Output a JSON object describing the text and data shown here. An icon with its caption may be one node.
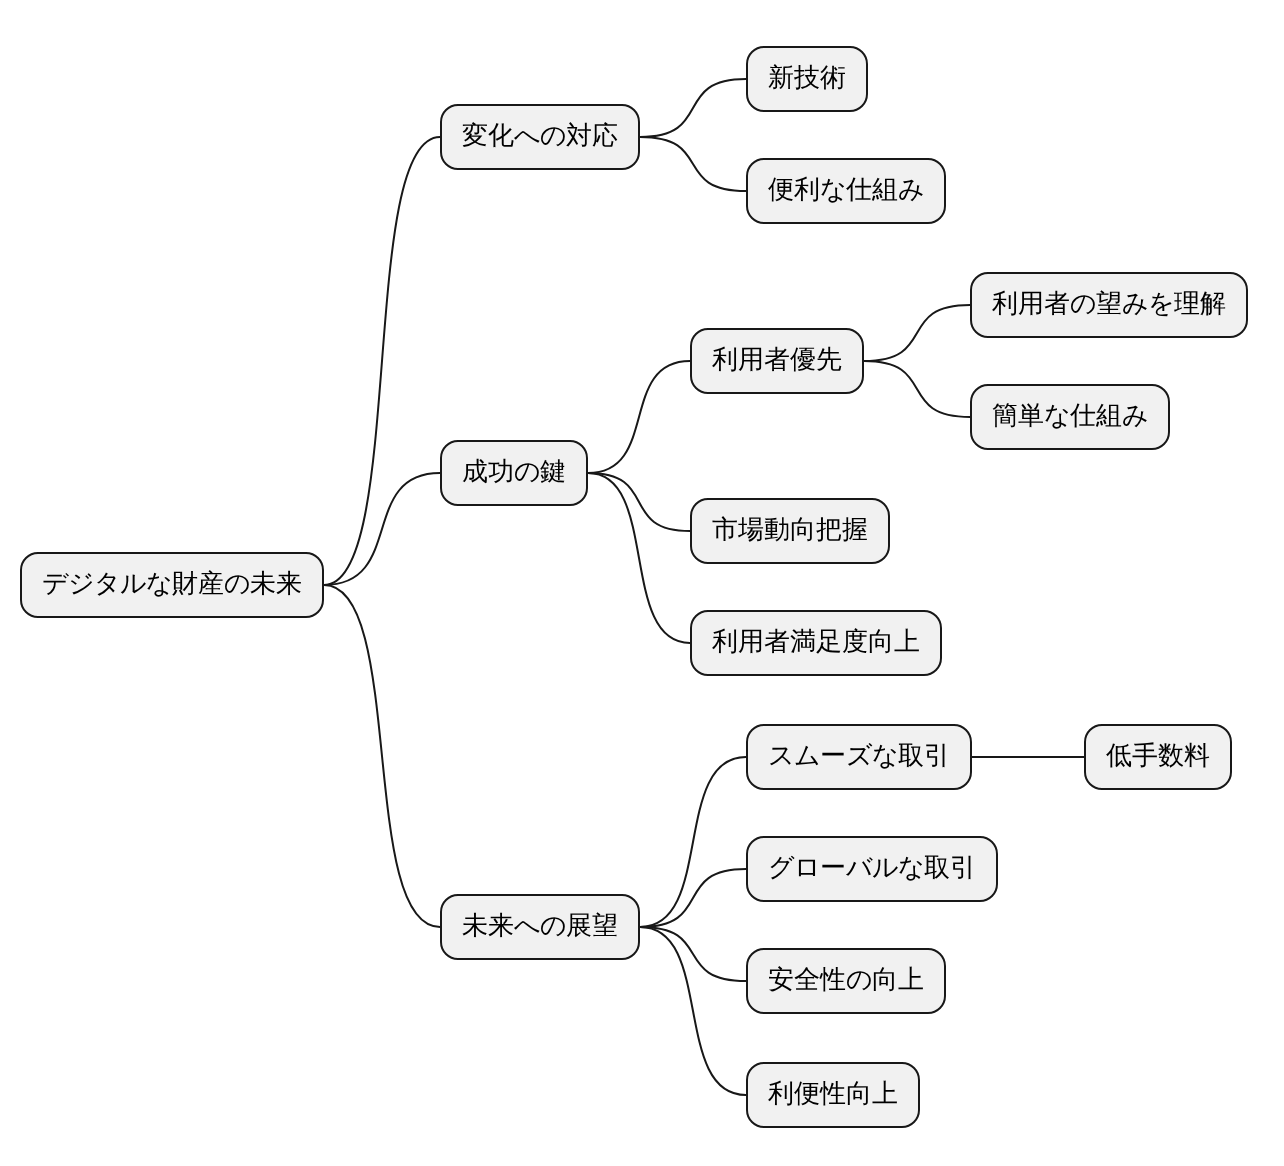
{
  "diagram": {
    "nodes": [
      {
        "text": [
          "デジタルな財産の未来"
        ]
      },
      {
        "text": [
          "変化への対応"
        ]
      },
      {
        "text": [
          "新技術"
        ]
      },
      {
        "text": [
          "便利な仕組み"
        ]
      },
      {
        "text": [
          "成功の鍵"
        ]
      },
      {
        "text": [
          "利用者優先"
        ]
      },
      {
        "text": [
          "利用者の望みを理解"
        ]
      },
      {
        "text": [
          "簡単な仕組み"
        ]
      },
      {
        "text": [
          "市場動向把握"
        ]
      },
      {
        "text": [
          "利用者満足度向上"
        ]
      },
      {
        "text": [
          "未来への展望"
        ]
      },
      {
        "text": [
          "スムーズな取引"
        ]
      },
      {
        "text": [
          "低手数料"
        ]
      },
      {
        "text": [
          "グローバルな取引"
        ]
      },
      {
        "text": [
          "安全性の向上"
        ]
      },
      {
        "text": [
          "利便性向上"
        ]
      }
    ],
    "edges": [
      {
        "from": 0,
        "to": 1,
        "arrow": "none"
      },
      {
        "from": 1,
        "to": 2,
        "arrow": "none"
      },
      {
        "from": 1,
        "to": 3,
        "arrow": "none"
      },
      {
        "from": 0,
        "to": 4,
        "arrow": "none"
      },
      {
        "from": 4,
        "to": 5,
        "arrow": "none"
      },
      {
        "from": 5,
        "to": 6,
        "arrow": "none"
      },
      {
        "from": 5,
        "to": 7,
        "arrow": "none"
      },
      {
        "from": 4,
        "to": 8,
        "arrow": "none"
      },
      {
        "from": 4,
        "to": 9,
        "arrow": "none"
      },
      {
        "from": 0,
        "to": 10,
        "arrow": "none"
      },
      {
        "from": 10,
        "to": 11,
        "arrow": "none"
      },
      {
        "from": 11,
        "to": 12,
        "arrow": "none"
      },
      {
        "from": 10,
        "to": 13,
        "arrow": "none"
      },
      {
        "from": 10,
        "to": 14,
        "arrow": "none"
      },
      {
        "from": 10,
        "to": 15,
        "arrow": "none"
      }
    ]
  }
}
